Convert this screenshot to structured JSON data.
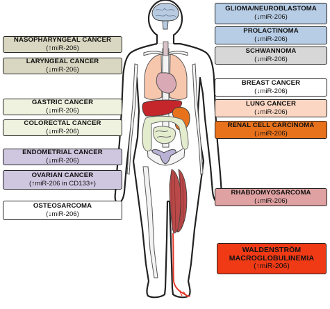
{
  "colors": {
    "outline": "#222222",
    "nasopharyngeal": "#d9d7c1",
    "laryngeal": "#d9d7c1",
    "gastric": "#eef2df",
    "colorectal": "#eef2df",
    "endometrial": "#cfc6e0",
    "ovarian": "#cfc6e0",
    "osteosarcoma": "#ffffff",
    "glioma": "#b7cde6",
    "prolactinoma": "#b7cde6",
    "schwannoma": "#d7d7d7",
    "breast": "#ffffff",
    "lung": "#fbd6c2",
    "renal": "#e8721c",
    "rhabdo": "#dfa1a1",
    "waldenstrom": "#f03a16",
    "brain": "#b8cbe0",
    "lungs_organ": "#f7c7ad",
    "heart": "#d9a9b5",
    "liver": "#c4262b",
    "stomach": "#e8721c",
    "intestine": "#e4ecce",
    "uterus": "#b9b2d4",
    "muscle": "#b94a49",
    "vessel": "#e2382a",
    "bone": "#f3f3f3"
  },
  "left_boxes": [
    {
      "id": "nasopharyngeal",
      "name": "NASOPHARYNGEAL CANCER",
      "arrow": "↑",
      "mirna": "miR-206",
      "extra": ""
    },
    {
      "id": "laryngeal",
      "name": "LARYNGEAL CANCER",
      "arrow": "↓",
      "mirna": "miR-206",
      "extra": ""
    },
    {
      "id": "gastric",
      "name": "GASTRIC CANCER",
      "arrow": "↓",
      "mirna": "miR-206",
      "extra": ""
    },
    {
      "id": "colorectal",
      "name": "COLORECTAL CANCER",
      "arrow": "↓",
      "mirna": "miR-206",
      "extra": ""
    },
    {
      "id": "endometrial",
      "name": "ENDOMETRIAL CANCER",
      "arrow": "↓",
      "mirna": "miR-206",
      "extra": ""
    },
    {
      "id": "ovarian",
      "name": "OVARIAN CANCER",
      "arrow": "↑",
      "mirna": "miR-206",
      "extra": " in CD133+"
    },
    {
      "id": "osteosarcoma",
      "name": "OSTEOSARCOMA",
      "arrow": "↓",
      "mirna": "miR-206",
      "extra": ""
    }
  ],
  "right_boxes": [
    {
      "id": "glioma",
      "name": "GLIOMA/NEUROBLASTOMA",
      "arrow": "↓",
      "mirna": "miR-206",
      "extra": ""
    },
    {
      "id": "prolactinoma",
      "name": "PROLACTINOMA",
      "arrow": "↓",
      "mirna": "miR-206",
      "extra": ""
    },
    {
      "id": "schwannoma",
      "name": "SCHWANNOMA",
      "arrow": "↓",
      "mirna": "miR-206",
      "extra": ""
    },
    {
      "id": "breast",
      "name": "BREAST CANCER",
      "arrow": "↓",
      "mirna": "miR-206",
      "extra": ""
    },
    {
      "id": "lung",
      "name": "LUNG CANCER",
      "arrow": "↓",
      "mirna": "miR-206",
      "extra": ""
    },
    {
      "id": "renal",
      "name": "RENAL CELL CARCINOMA",
      "arrow": "↓",
      "mirna": "miR-206",
      "extra": ""
    },
    {
      "id": "rhabdo",
      "name": "RHABDOMYOSARCOMA",
      "arrow": "↓",
      "mirna": "miR-206",
      "extra": ""
    },
    {
      "id": "waldenstrom",
      "name": "WALDENSTRÖM MACROGLOBULINEMIA",
      "arrow": "↑",
      "mirna": "miR-206",
      "extra": ""
    }
  ]
}
